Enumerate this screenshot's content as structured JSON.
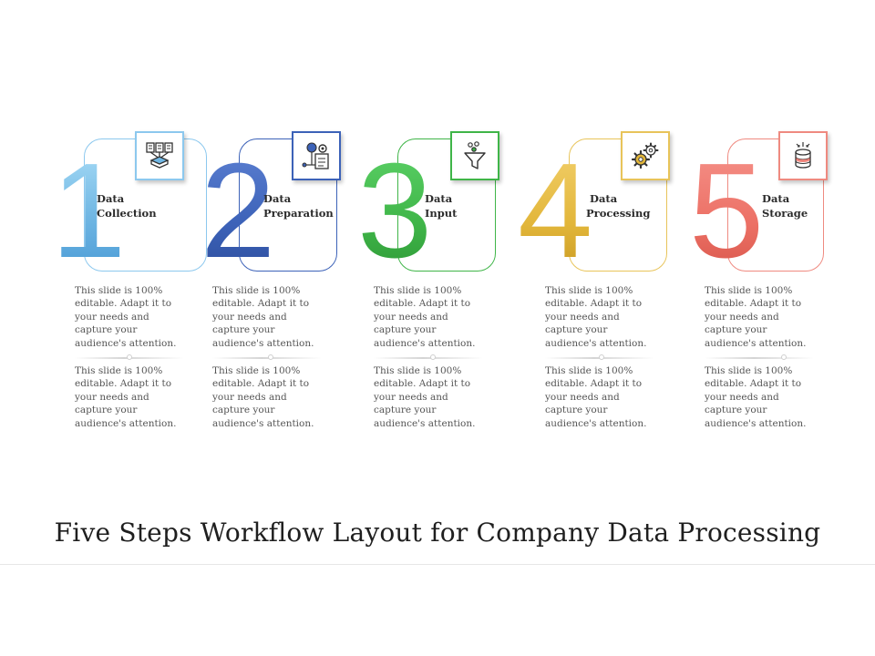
{
  "title": "Five Steps Workflow Layout for Company Data Processing",
  "steps": [
    {
      "number": "1",
      "label_line1": "Data",
      "label_line2": "Collection",
      "icon": "data-collection-icon",
      "color": "#6fb6e3",
      "desc1": [
        "This slide is 100%",
        "editable. Adapt it to",
        "your needs and",
        "capture your",
        "audience's attention."
      ],
      "desc2": [
        "This slide is 100%",
        "editable. Adapt it to",
        "your needs and",
        "capture your",
        "audience's attention."
      ]
    },
    {
      "number": "2",
      "label_line1": "Data",
      "label_line2": "Preparation",
      "icon": "data-preparation-icon",
      "color": "#3c62b8",
      "desc1": [
        "This slide is 100%",
        "editable. Adapt it to",
        "your needs and",
        "capture your",
        "audience's attention."
      ],
      "desc2": [
        "This slide is 100%",
        "editable. Adapt it to",
        "your needs and",
        "capture your",
        "audience's attention."
      ]
    },
    {
      "number": "3",
      "label_line1": "Data",
      "label_line2": "Input",
      "icon": "funnel-icon",
      "color": "#3fb548",
      "desc1": [
        "This slide is 100%",
        "editable. Adapt it to",
        "your needs and",
        "capture your",
        "audience's attention."
      ],
      "desc2": [
        "This slide is 100%",
        "editable. Adapt it to",
        "your needs and",
        "capture your",
        "audience's attention."
      ]
    },
    {
      "number": "4",
      "label_line1": "Data",
      "label_line2": "Processing",
      "icon": "gears-icon",
      "color": "#e2b63a",
      "desc1": [
        "This slide is 100%",
        "editable. Adapt it to",
        "your needs and",
        "capture your",
        "audience's attention."
      ],
      "desc2": [
        "This slide is 100%",
        "editable. Adapt it to",
        "your needs and",
        "capture your",
        "audience's attention."
      ]
    },
    {
      "number": "5",
      "label_line1": "Data",
      "label_line2": "Storage",
      "icon": "database-icon",
      "color": "#ec7065",
      "desc1": [
        "This slide is 100%",
        "editable. Adapt it to",
        "your needs and",
        "capture your",
        "audience's attention."
      ],
      "desc2": [
        "This slide is 100%",
        "editable. Adapt it to",
        "your needs and",
        "capture your",
        "audience's attention."
      ]
    }
  ]
}
